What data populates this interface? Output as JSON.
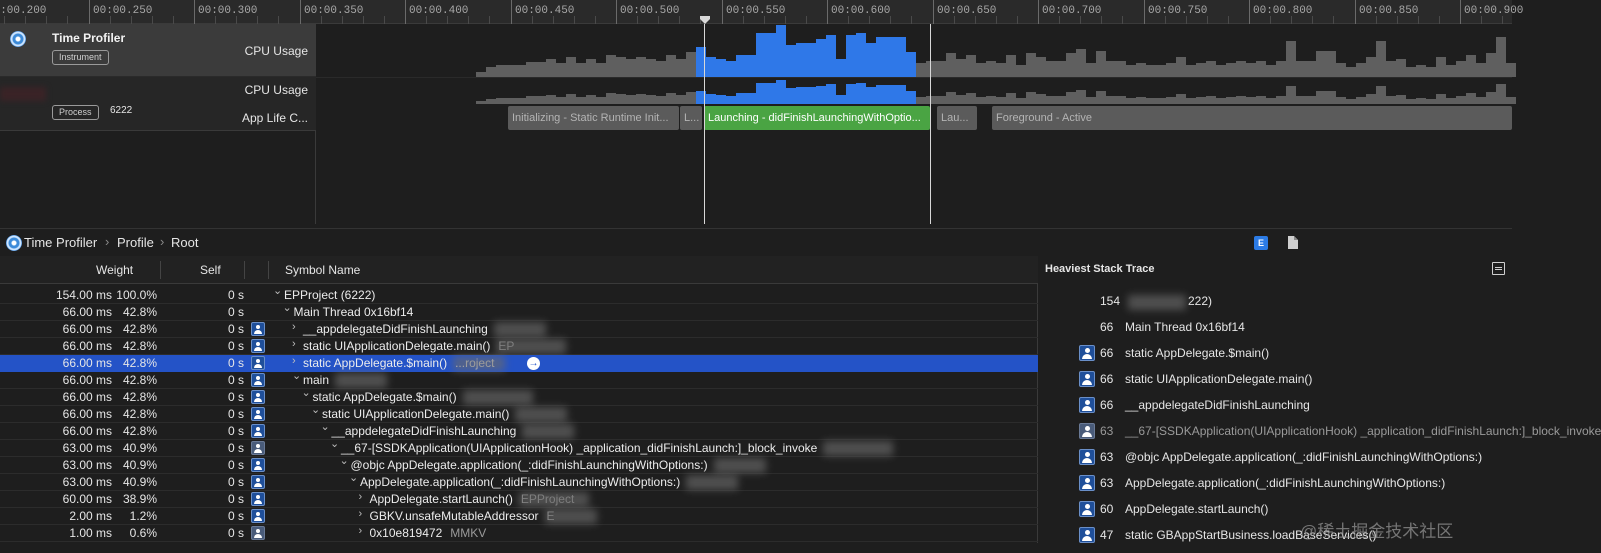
{
  "ruler": {
    "ticks": [
      "00:00.200",
      "00:00.250",
      "00:00.300",
      "00:00.350",
      "00:00.400",
      "00:00.450",
      "00:00.500",
      "00:00.550",
      "00:00.600",
      "00:00.650",
      "00:00.700",
      "00:00.750",
      "00:00.800",
      "00:00.850",
      "00:00.900"
    ]
  },
  "track_headers": {
    "instrument_title": "Time Profiler",
    "instrument_badge": "Instrument",
    "track1_label": "CPU Usage",
    "track2_label": "CPU Usage",
    "process_badge": "Process",
    "process_id": "6222",
    "lifecycle_label": "App Life C..."
  },
  "cpu_usage": {
    "selection_start_index": 38,
    "selection_end_index": 60,
    "top_track_levels": [
      0,
      0,
      0,
      0,
      0,
      0,
      0,
      0,
      0,
      0,
      0,
      0,
      0,
      0,
      0,
      0,
      5,
      10,
      12,
      12,
      12,
      15,
      15,
      18,
      14,
      20,
      14,
      18,
      14,
      22,
      20,
      18,
      20,
      18,
      16,
      22,
      18,
      25,
      30,
      20,
      18,
      16,
      22,
      22,
      44,
      44,
      52,
      32,
      34,
      34,
      38,
      42,
      18,
      42,
      44,
      34,
      40,
      40,
      40,
      25,
      14,
      16,
      16,
      24,
      18,
      22,
      14,
      16,
      14,
      22,
      12,
      24,
      20,
      16,
      16,
      24,
      28,
      14,
      26,
      16,
      16,
      12,
      14,
      12,
      12,
      14,
      20,
      12,
      14,
      16,
      12,
      14,
      16,
      14,
      16,
      12,
      16,
      36,
      16,
      16,
      26,
      26,
      14,
      10,
      14,
      20,
      36,
      16,
      18,
      10,
      12,
      10,
      20,
      12,
      16,
      22,
      14,
      24,
      40,
      14
    ],
    "bottom_track_levels": [
      0,
      0,
      0,
      0,
      0,
      0,
      0,
      0,
      0,
      0,
      0,
      0,
      0,
      0,
      0,
      0,
      3,
      5,
      6,
      6,
      6,
      8,
      8,
      9,
      7,
      10,
      7,
      9,
      7,
      11,
      10,
      9,
      10,
      9,
      8,
      11,
      9,
      12,
      13,
      10,
      9,
      8,
      11,
      11,
      21,
      21,
      24,
      16,
      17,
      17,
      18,
      20,
      9,
      20,
      21,
      17,
      19,
      19,
      19,
      13,
      7,
      8,
      8,
      12,
      9,
      11,
      7,
      8,
      7,
      11,
      6,
      12,
      10,
      8,
      8,
      12,
      14,
      7,
      13,
      8,
      8,
      6,
      7,
      6,
      6,
      7,
      10,
      6,
      7,
      8,
      6,
      7,
      8,
      7,
      8,
      6,
      8,
      18,
      8,
      8,
      13,
      13,
      7,
      5,
      7,
      10,
      18,
      8,
      9,
      5,
      6,
      5,
      10,
      6,
      8,
      11,
      7,
      12,
      20,
      7
    ]
  },
  "lifecycle": {
    "segments": [
      {
        "label": "Initializing - Static Runtime Init...",
        "start": 192,
        "end": 363,
        "active": false
      },
      {
        "label": "L...",
        "start": 364,
        "end": 386,
        "active": false
      },
      {
        "label": "Launching - didFinishLaunchingWithOptio...",
        "start": 388,
        "end": 614,
        "active": true
      },
      {
        "label": "Lau...",
        "start": 621,
        "end": 661,
        "active": false
      },
      {
        "label": "Foreground - Active",
        "start": 676,
        "end": 1196,
        "active": false
      }
    ]
  },
  "breadcrumb": {
    "items": [
      "Time Profiler",
      "Profile",
      "Root"
    ]
  },
  "toolbar": {
    "e_button": "E"
  },
  "calltree": {
    "columns": {
      "weight": "Weight",
      "self": "Self",
      "symbol": "Symbol Name"
    },
    "rows": [
      {
        "ms": "154.00 ms",
        "pct": "100.0%",
        "self": "0 s",
        "user": "none",
        "tri": "v",
        "depth": 0,
        "sym": "EPProject (6222)",
        "lib": "",
        "selected": false
      },
      {
        "ms": "66.00 ms",
        "pct": "42.8%",
        "self": "0 s",
        "user": "none",
        "tri": "v",
        "depth": 1,
        "sym": "Main Thread  0x16bf14",
        "lib": "",
        "selected": false
      },
      {
        "ms": "66.00 ms",
        "pct": "42.8%",
        "self": "0 s",
        "user": "user",
        "tri": ">",
        "depth": 2,
        "sym": "__appdelegateDidFinishLaunching",
        "lib": "",
        "selected": false
      },
      {
        "ms": "66.00 ms",
        "pct": "42.8%",
        "self": "0 s",
        "user": "user",
        "tri": ">",
        "depth": 2,
        "sym": "static UIApplicationDelegate.main()",
        "lib": "EP",
        "selected": false
      },
      {
        "ms": "66.00 ms",
        "pct": "42.8%",
        "self": "0 s",
        "user": "user",
        "tri": ">",
        "depth": 2,
        "sym": "static AppDelegate.$main()",
        "lib": "...roject",
        "selected": true
      },
      {
        "ms": "66.00 ms",
        "pct": "42.8%",
        "self": "0 s",
        "user": "user",
        "tri": "v",
        "depth": 2,
        "sym": "main",
        "lib": "",
        "selected": false
      },
      {
        "ms": "66.00 ms",
        "pct": "42.8%",
        "self": "0 s",
        "user": "user",
        "tri": "v",
        "depth": 3,
        "sym": "static AppDelegate.$main()",
        "lib": "",
        "selected": false
      },
      {
        "ms": "66.00 ms",
        "pct": "42.8%",
        "self": "0 s",
        "user": "user",
        "tri": "v",
        "depth": 4,
        "sym": "static UIApplicationDelegate.main()",
        "lib": "",
        "selected": false
      },
      {
        "ms": "66.00 ms",
        "pct": "42.8%",
        "self": "0 s",
        "user": "user",
        "tri": "v",
        "depth": 5,
        "sym": "__appdelegateDidFinishLaunching",
        "lib": "",
        "selected": false
      },
      {
        "ms": "63.00 ms",
        "pct": "40.9%",
        "self": "0 s",
        "user": "dim",
        "tri": "v",
        "depth": 6,
        "sym": "__67-[SSDKApplication(UIApplicationHook) _application_didFinishLaunch:]_block_invoke",
        "lib": "",
        "selected": false
      },
      {
        "ms": "63.00 ms",
        "pct": "40.9%",
        "self": "0 s",
        "user": "user",
        "tri": "v",
        "depth": 7,
        "sym": "@objc AppDelegate.application(_:didFinishLaunchingWithOptions:)",
        "lib": "",
        "selected": false
      },
      {
        "ms": "63.00 ms",
        "pct": "40.9%",
        "self": "0 s",
        "user": "user",
        "tri": "v",
        "depth": 8,
        "sym": "AppDelegate.application(_:didFinishLaunchingWithOptions:)",
        "lib": "",
        "selected": false
      },
      {
        "ms": "60.00 ms",
        "pct": "38.9%",
        "self": "0 s",
        "user": "user",
        "tri": ">",
        "depth": 9,
        "sym": "AppDelegate.startLaunch()",
        "lib": "EPProject",
        "selected": false
      },
      {
        "ms": "2.00 ms",
        "pct": "1.2%",
        "self": "0 s",
        "user": "user",
        "tri": ">",
        "depth": 9,
        "sym": "GBKV.unsafeMutableAddressor",
        "lib": "E",
        "selected": false
      },
      {
        "ms": "1.00 ms",
        "pct": "0.6%",
        "self": "0 s",
        "user": "dim",
        "tri": ">",
        "depth": 9,
        "sym": "0x10e819472",
        "lib": "MMKV",
        "selected": false
      }
    ]
  },
  "heaviest": {
    "title": "Heaviest Stack Trace",
    "rows": [
      {
        "count": "154",
        "sym": "222)",
        "user": "none",
        "dim": false
      },
      {
        "count": "66",
        "sym": "Main Thread  0x16bf14",
        "user": "none",
        "dim": false
      },
      {
        "count": "66",
        "sym": "static AppDelegate.$main()",
        "user": "user",
        "dim": false
      },
      {
        "count": "66",
        "sym": "static UIApplicationDelegate.main()",
        "user": "user",
        "dim": false
      },
      {
        "count": "66",
        "sym": "__appdelegateDidFinishLaunching",
        "user": "user",
        "dim": false
      },
      {
        "count": "63",
        "sym": "__67-[SSDKApplication(UIApplicationHook) _application_didFinishLaunch:]_block_invoke",
        "user": "dim",
        "dim": true
      },
      {
        "count": "63",
        "sym": "@objc AppDelegate.application(_:didFinishLaunchingWithOptions:)",
        "user": "user",
        "dim": false
      },
      {
        "count": "63",
        "sym": "AppDelegate.application(_:didFinishLaunchingWithOptions:)",
        "user": "user",
        "dim": false
      },
      {
        "count": "60",
        "sym": "AppDelegate.startLaunch()",
        "user": "user",
        "dim": false
      },
      {
        "count": "47",
        "sym": "static GBAppStartBusiness.loadBaseServices()",
        "user": "user",
        "dim": false
      }
    ]
  },
  "watermark": "@稀土掘金技术社区",
  "colors": {
    "cpu_gray": "#5f5f5f",
    "cpu_selected": "#2f78e8",
    "lifecycle_active": "#4aa443",
    "row_selected": "#2453c7"
  }
}
